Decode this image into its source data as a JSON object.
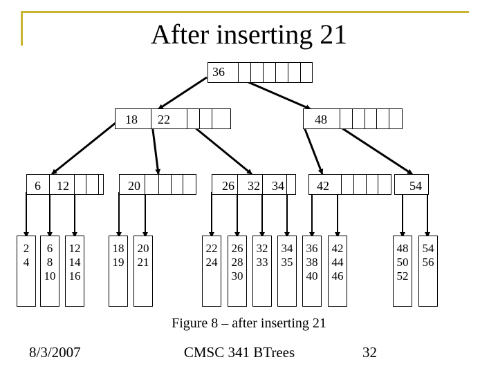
{
  "title": "After inserting 21",
  "root": {
    "keys": [
      "36"
    ]
  },
  "level1": [
    {
      "keys": [
        "18",
        "22"
      ]
    },
    {
      "keys": [
        "48"
      ]
    }
  ],
  "level2": [
    {
      "keys": [
        "6",
        "12"
      ]
    },
    {
      "keys": [
        "20"
      ]
    },
    {
      "keys": [
        "26",
        "32",
        "34"
      ]
    },
    {
      "keys": [
        "42"
      ]
    },
    {
      "keys": [
        "54"
      ]
    }
  ],
  "leaves": [
    {
      "values": [
        "2",
        "4"
      ]
    },
    {
      "values": [
        "6",
        "8",
        "10"
      ]
    },
    {
      "values": [
        "12",
        "14",
        "16"
      ]
    },
    {
      "values": [
        "18",
        "19"
      ]
    },
    {
      "values": [
        "20",
        "21"
      ]
    },
    {
      "values": [
        "22",
        "24"
      ]
    },
    {
      "values": [
        "26",
        "28",
        "30"
      ]
    },
    {
      "values": [
        "32",
        "33"
      ]
    },
    {
      "values": [
        "34",
        "35"
      ]
    },
    {
      "values": [
        "36",
        "38",
        "40"
      ]
    },
    {
      "values": [
        "42",
        "44",
        "46"
      ]
    },
    {
      "values": [
        "48",
        "50",
        "52"
      ]
    },
    {
      "values": [
        "54",
        "56"
      ]
    }
  ],
  "caption": "Figure 8 – after inserting 21",
  "footer": {
    "date": "8/3/2007",
    "course": "CMSC 341 BTrees",
    "page": "32"
  }
}
